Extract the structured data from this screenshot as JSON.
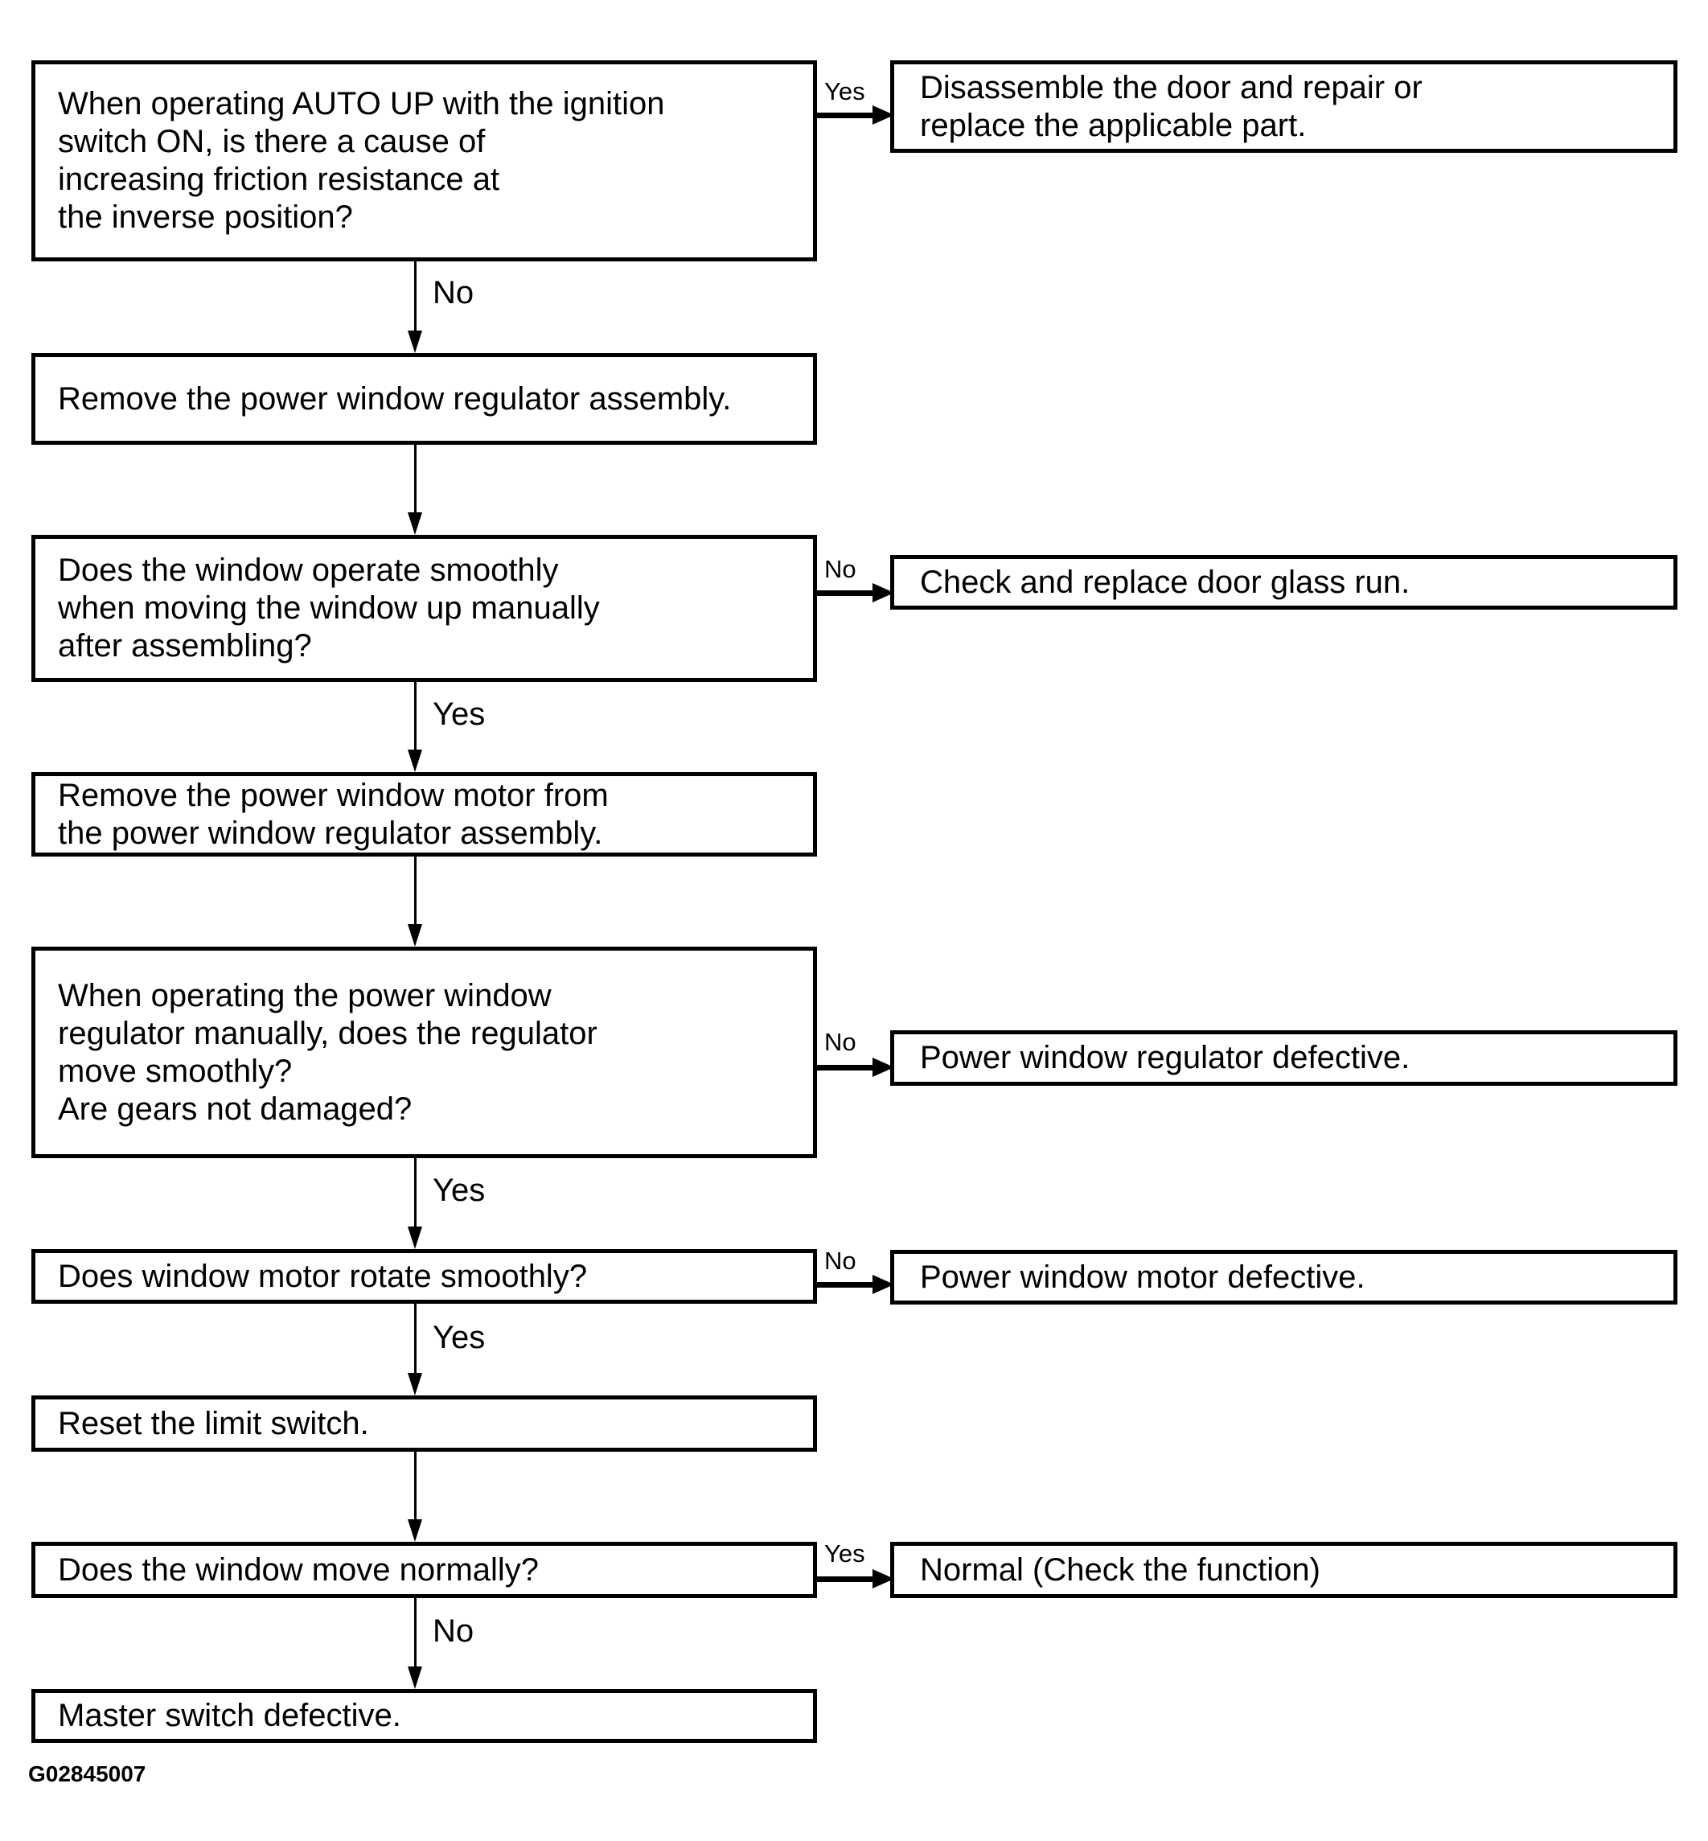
{
  "flowchart": {
    "figure_id": "G02845007",
    "colors": {
      "line": "#000000",
      "background": "#ffffff"
    },
    "nodes": {
      "q_auto_up_friction": {
        "text": "When operating AUTO UP with the ignition\nswitch ON, is there a cause of\nincreasing friction resistance at\nthe inverse position?"
      },
      "a_disassemble_door": {
        "text": "Disassemble the door and repair or\nreplace the applicable part."
      },
      "s_remove_regulator_assembly": {
        "text": "Remove the power window regulator assembly."
      },
      "q_window_operate_smoothly": {
        "text": "Does the window operate smoothly\nwhen moving the window up manually\nafter assembling?"
      },
      "a_check_door_glass_run": {
        "text": "Check and replace door glass run."
      },
      "s_remove_motor": {
        "text": "Remove the power window motor from\nthe power window regulator assembly."
      },
      "q_regulator_move_smoothly": {
        "text": "When operating the power window\nregulator manually, does the regulator\nmove smoothly?\nAre gears not damaged?"
      },
      "a_regulator_defective": {
        "text": "Power window regulator defective."
      },
      "q_motor_rotate_smoothly": {
        "text": "Does window motor rotate smoothly?"
      },
      "a_motor_defective": {
        "text": "Power window motor defective."
      },
      "s_reset_limit_switch": {
        "text": "Reset the limit switch."
      },
      "q_window_move_normally": {
        "text": "Does the window move normally?"
      },
      "a_normal": {
        "text": "Normal (Check the function)"
      },
      "a_master_switch_defective": {
        "text": "Master switch defective."
      }
    },
    "edge_labels": {
      "q1_yes": "Yes",
      "q1_no": "No",
      "q2_no": "No",
      "q2_yes": "Yes",
      "q3_no": "No",
      "q3_yes": "Yes",
      "q4_no": "No",
      "q4_yes": "Yes",
      "q5_yes": "Yes",
      "q5_no": "No"
    }
  }
}
